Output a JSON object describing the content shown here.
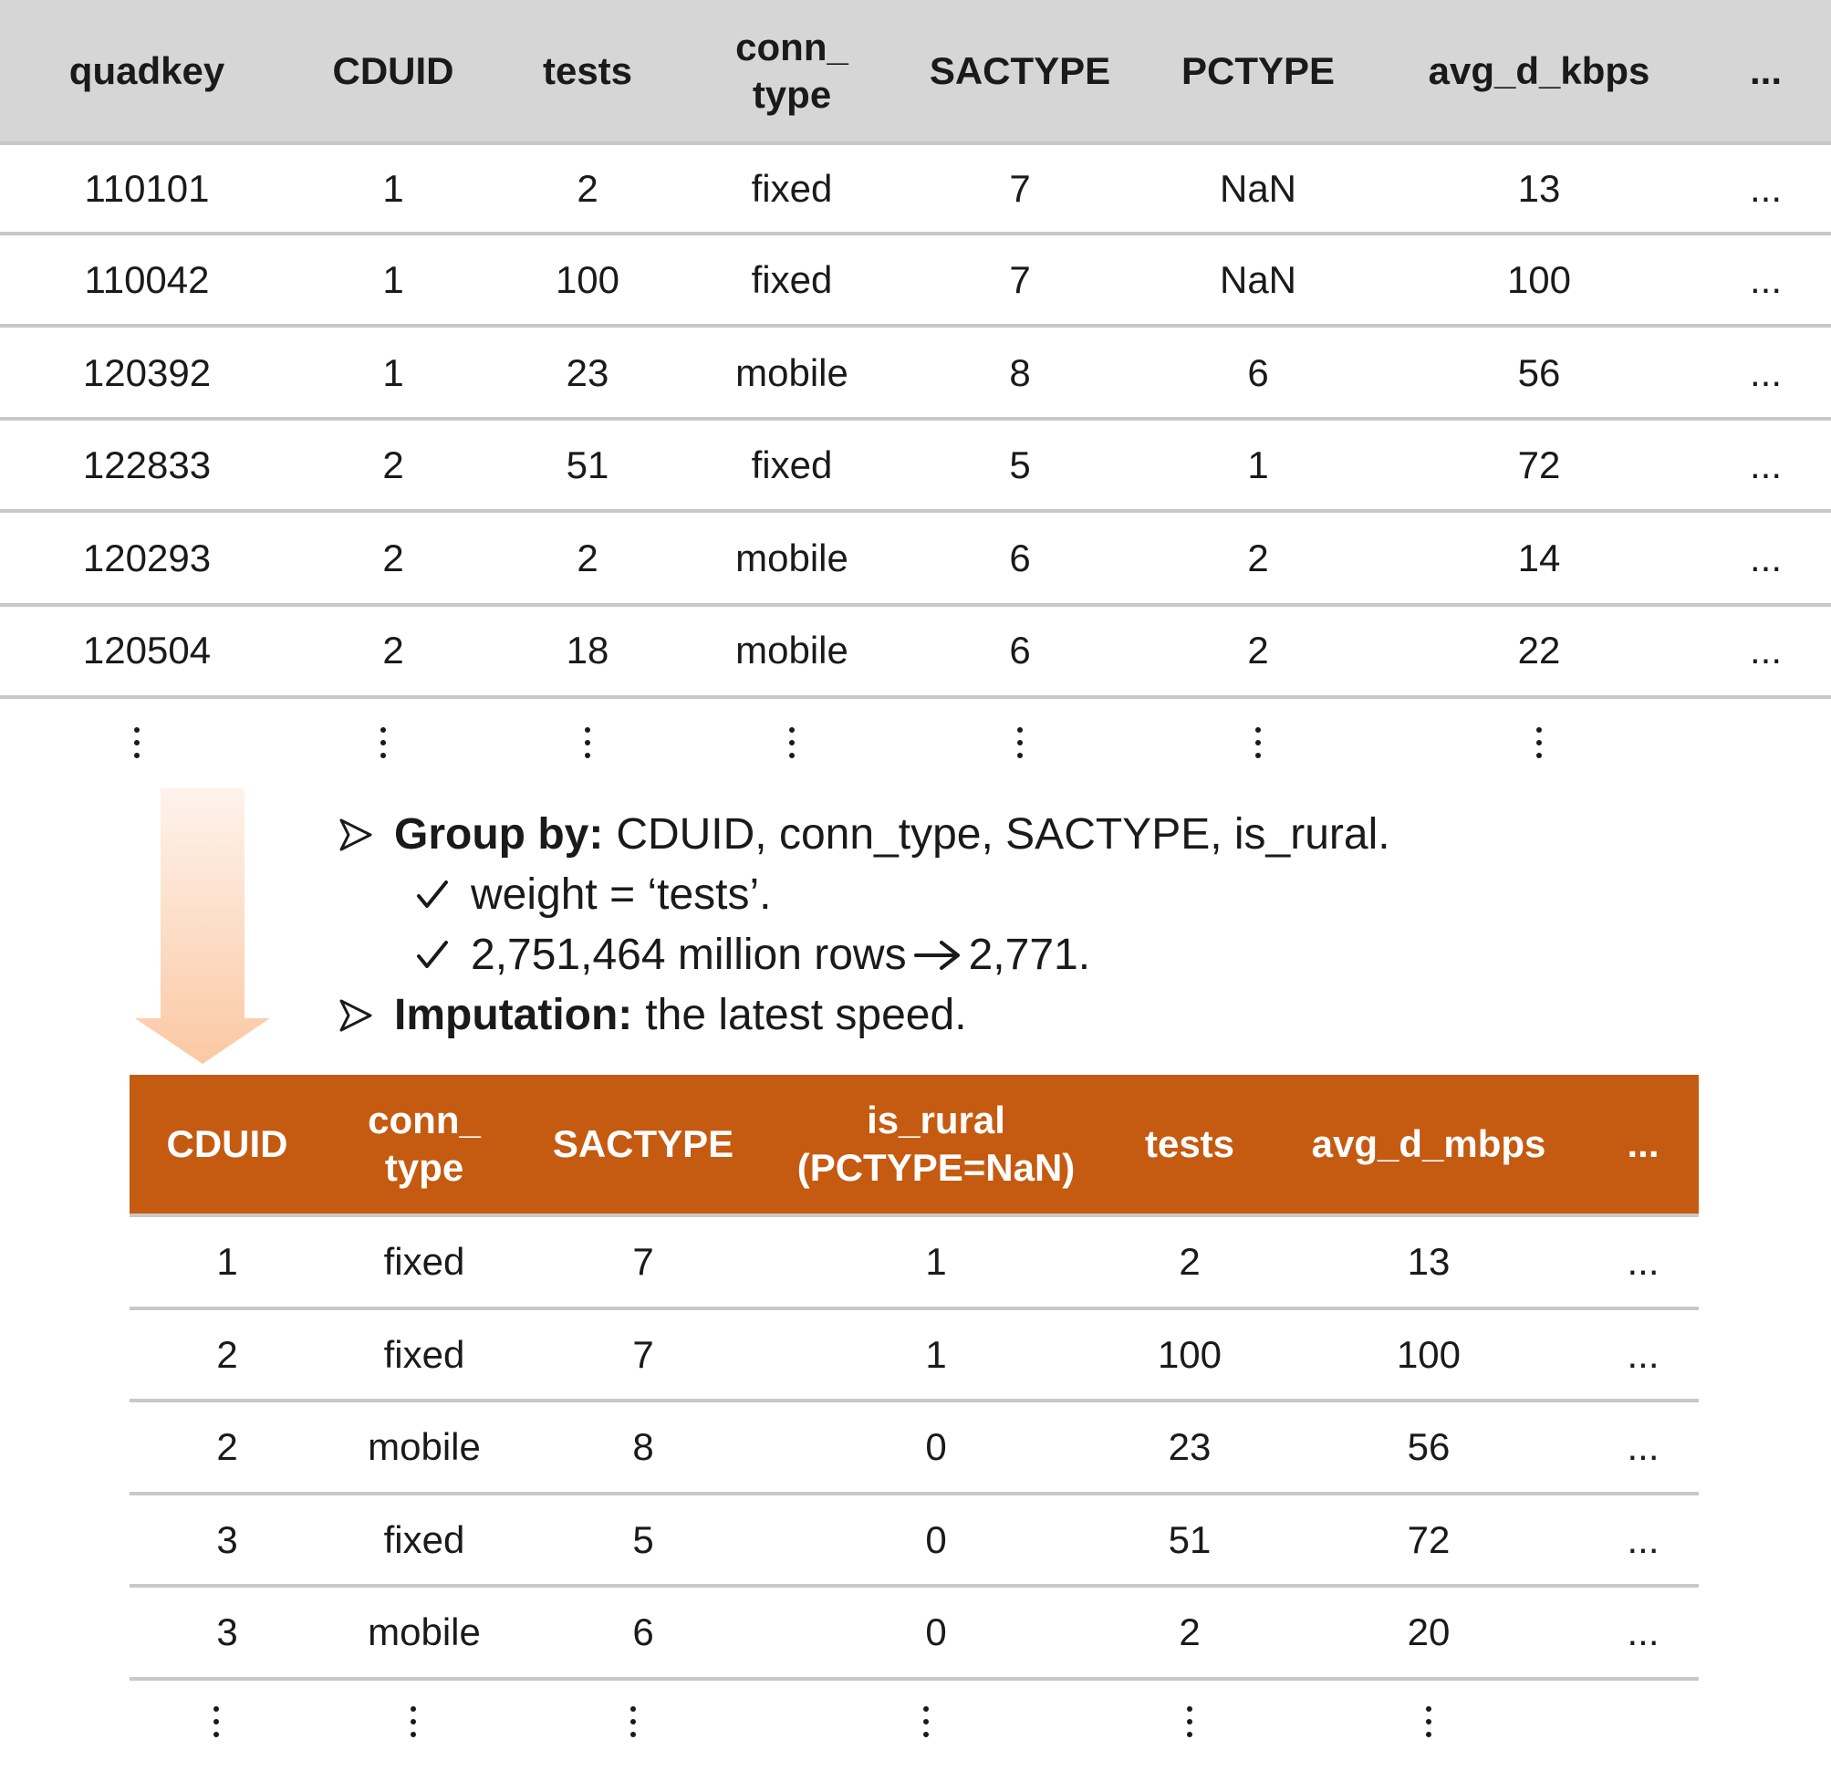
{
  "top_table": {
    "headers": [
      "quadkey",
      "CDUID",
      "tests",
      "conn_",
      "type",
      "SACTYPE",
      "PCTYPE",
      "avg_d_kbps",
      "..."
    ],
    "rows": [
      [
        "110101",
        "1",
        "2",
        "fixed",
        "7",
        "NaN",
        "13",
        "..."
      ],
      [
        "110042",
        "1",
        "100",
        "fixed",
        "7",
        "NaN",
        "100",
        "..."
      ],
      [
        "120392",
        "1",
        "23",
        "mobile",
        "8",
        "6",
        "56",
        "..."
      ],
      [
        "122833",
        "2",
        "51",
        "fixed",
        "5",
        "1",
        "72",
        "..."
      ],
      [
        "120293",
        "2",
        "2",
        "mobile",
        "6",
        "2",
        "14",
        "..."
      ],
      [
        "120504",
        "2",
        "18",
        "mobile",
        "6",
        "2",
        "22",
        "..."
      ]
    ]
  },
  "notes": {
    "group_by_label": "Group by:",
    "group_by_text": "CDUID, conn_type, SACTYPE, is_rural.",
    "weight_text": "weight = ‘tests’.",
    "rows_text_before": "2,751,464 million rows",
    "rows_text_after": "2,771.",
    "imputation_label": "Imputation:",
    "imputation_text": "the latest speed."
  },
  "bottom_table": {
    "headers": [
      "CDUID",
      "conn_",
      "type",
      "SACTYPE",
      "is_rural",
      "(PCTYPE=NaN)",
      "tests",
      "avg_d_mbps",
      "..."
    ],
    "rows": [
      [
        "1",
        "fixed",
        "7",
        "1",
        "2",
        "13",
        "..."
      ],
      [
        "2",
        "fixed",
        "7",
        "1",
        "100",
        "100",
        "..."
      ],
      [
        "2",
        "mobile",
        "8",
        "0",
        "23",
        "56",
        "..."
      ],
      [
        "3",
        "fixed",
        "5",
        "0",
        "51",
        "72",
        "..."
      ],
      [
        "3",
        "mobile",
        "6",
        "0",
        "2",
        "20",
        "..."
      ]
    ]
  },
  "colors": {
    "top_header_bg": "#d6d6d6",
    "bottom_header_bg": "#c55a11",
    "arrow": "#fbd0b0"
  }
}
